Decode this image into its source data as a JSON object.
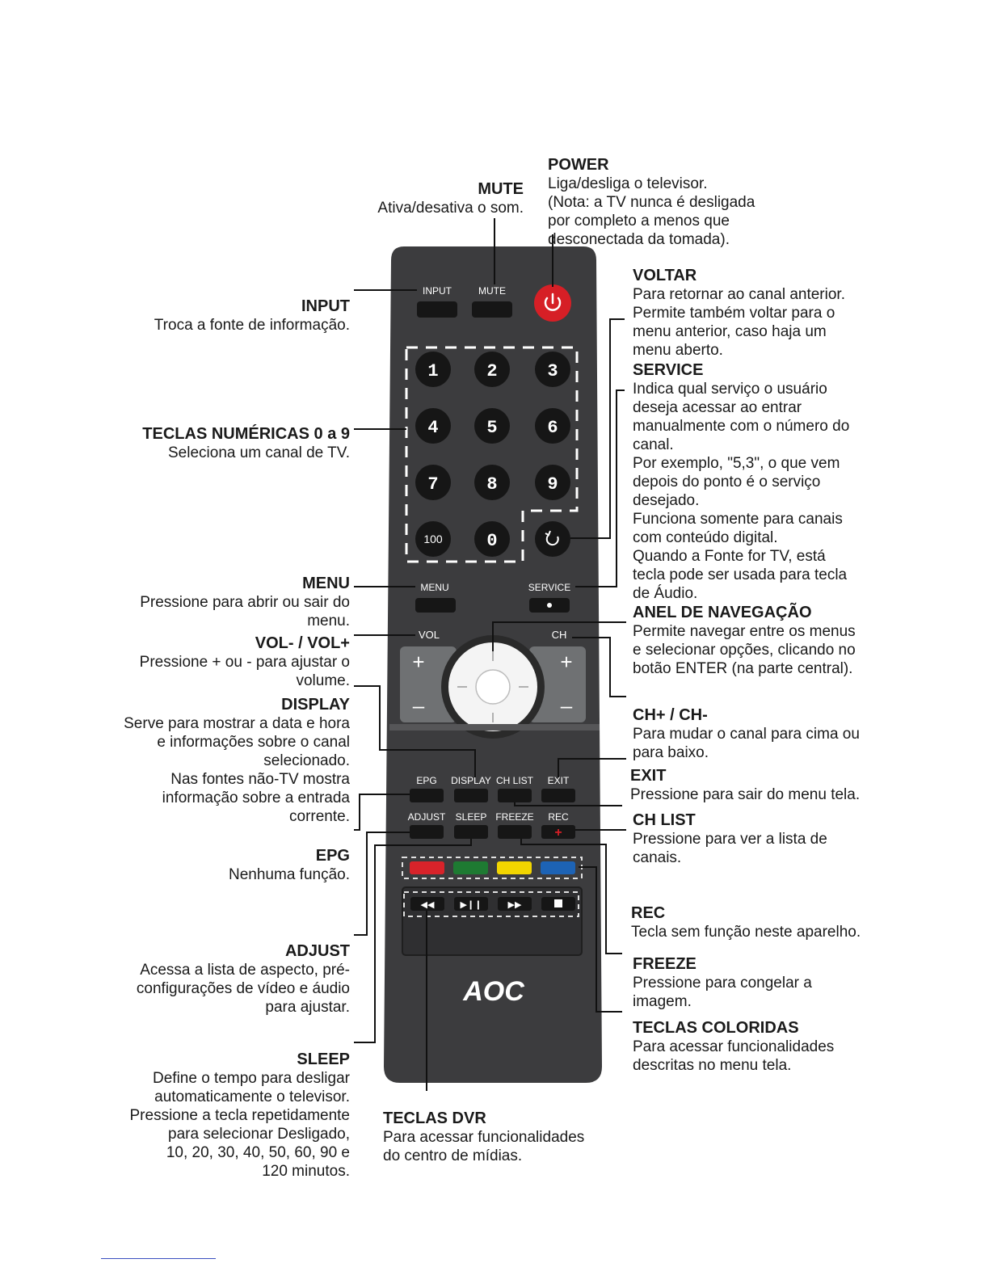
{
  "annotations": {
    "power": {
      "title": "POWER",
      "text": "Liga/desliga o televisor.\n(Nota: a TV nunca é desligada\npor completo a menos que\ndesconectada da tomada)."
    },
    "mute": {
      "title": "MUTE",
      "text": "Ativa/desativa o som."
    },
    "input": {
      "title": "INPUT",
      "text": "Troca a fonte de informação."
    },
    "voltar": {
      "title": "VOLTAR",
      "text": "Para retornar ao canal anterior.\nPermite também voltar para o\nmenu anterior, caso haja um\nmenu aberto."
    },
    "service": {
      "title": "SERVICE",
      "text": "Indica qual serviço o usuário\ndeseja acessar ao entrar\nmanualmente com o número do\ncanal.\nPor exemplo, \"5,3\", o que vem\ndepois do ponto é o serviço\ndesejado.\nFunciona somente para canais\ncom conteúdo digital.\nQuando a Fonte for TV, está\ntecla pode ser usada para tecla\nde Áudio."
    },
    "numeric": {
      "title": "TECLAS NUMÉRICAS 0 a 9",
      "text": "Seleciona um canal de TV."
    },
    "menu": {
      "title": "MENU",
      "text": "Pressione para abrir ou sair do\nmenu."
    },
    "nav": {
      "title": "ANEL DE NAVEGAÇÃO",
      "text": "Permite navegar entre os menus\ne selecionar opções, clicando no\nbotão ENTER (na parte central)."
    },
    "vol": {
      "title": "VOL- / VOL+",
      "text": "Pressione + ou - para ajustar o\nvolume."
    },
    "display": {
      "title": "DISPLAY",
      "text": "Serve para mostrar a data e hora\ne informações sobre o canal\nselecionado.\nNas fontes não-TV mostra\ninformação sobre a entrada\ncorrente."
    },
    "ch": {
      "title": "CH+ / CH-",
      "text": "Para mudar o canal para cima ou\npara baixo."
    },
    "exit": {
      "title": "EXIT",
      "text": "Pressione para sair do menu tela."
    },
    "chlist": {
      "title": "CH LIST",
      "text": "Pressione para ver a lista de\ncanais."
    },
    "epg": {
      "title": "EPG",
      "text": "Nenhuma função."
    },
    "rec": {
      "title": "REC",
      "text": "Tecla sem função neste aparelho."
    },
    "adjust": {
      "title": "ADJUST",
      "text": "Acessa a lista de aspecto, pré-\nconfigurações de vídeo e áudio\npara ajustar."
    },
    "freeze": {
      "title": "FREEZE",
      "text": "Pressione para congelar a\nimagem."
    },
    "colored": {
      "title": "TECLAS COLORIDAS",
      "text": "Para acessar funcionalidades\ndescritas no menu tela."
    },
    "sleep": {
      "title": "SLEEP",
      "text": "Define o tempo para desligar\nautomaticamente o televisor.\nPressione a tecla repetidamente\npara selecionar Desligado,\n10, 20, 30, 40, 50, 60, 90 e\n120 minutos."
    },
    "dvr": {
      "title": "TECLAS DVR",
      "text": "Para acessar funcionalidades\ndo centro de mídias."
    }
  },
  "remote": {
    "labels": {
      "input": "INPUT",
      "mute": "MUTE",
      "menu": "MENU",
      "service": "SERVICE",
      "vol": "VOL",
      "ch": "CH",
      "epg": "EPG",
      "display": "DISPLAY",
      "chlist": "CH LIST",
      "exit": "EXIT",
      "adjust": "ADJUST",
      "sleep": "SLEEP",
      "freeze": "FREEZE",
      "rec": "REC"
    },
    "digits": [
      "1",
      "2",
      "3",
      "4",
      "5",
      "6",
      "7",
      "8",
      "9",
      "100",
      "0"
    ],
    "brand": "AOC",
    "colors": {
      "body": "#3c3c3e",
      "power": "#d61f26",
      "red": "#d8232a",
      "green": "#1e7a32",
      "yellow": "#f2d500",
      "blue": "#1d63b5"
    }
  }
}
